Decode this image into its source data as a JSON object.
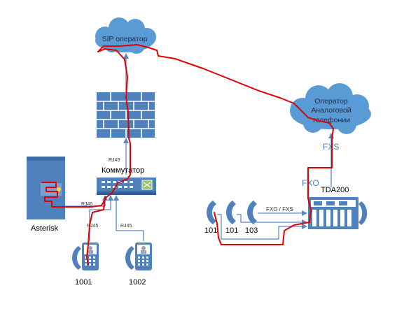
{
  "nodes": {
    "sip_cloud": {
      "label": "SIP оператор"
    },
    "analog_cloud": {
      "label_lines": [
        "Оператор",
        "Аналоговой",
        "телефонии"
      ]
    },
    "switch": {
      "label": "Коммутатор"
    },
    "asterisk": {
      "label": "Asterisk"
    },
    "tda": {
      "label": "TDA200"
    },
    "phone_1001": {
      "label": "1001"
    },
    "phone_1002": {
      "label": "1002"
    },
    "analog_101a": {
      "label": "101"
    },
    "analog_101b": {
      "label": "101"
    },
    "analog_103": {
      "label": "103"
    }
  },
  "links": {
    "rj45_firewall": "RJ45",
    "rj45_asterisk": "RJ45",
    "rj45_phone1": "RJ45",
    "rj45_phone2": "RJ45",
    "fxo_fxs": "FXO / FXS",
    "fxs": "FXS",
    "fxo": "FXO"
  },
  "colors": {
    "cloud": "#5b9bd5",
    "device_blue": "#4f81bd",
    "call_path": "#e00000",
    "line": "#5a86c3"
  },
  "icons": [
    "cloud-icon",
    "firewall-icon",
    "switch-icon",
    "server-icon",
    "ip-phone-icon",
    "handset-icon",
    "pbx-icon"
  ]
}
